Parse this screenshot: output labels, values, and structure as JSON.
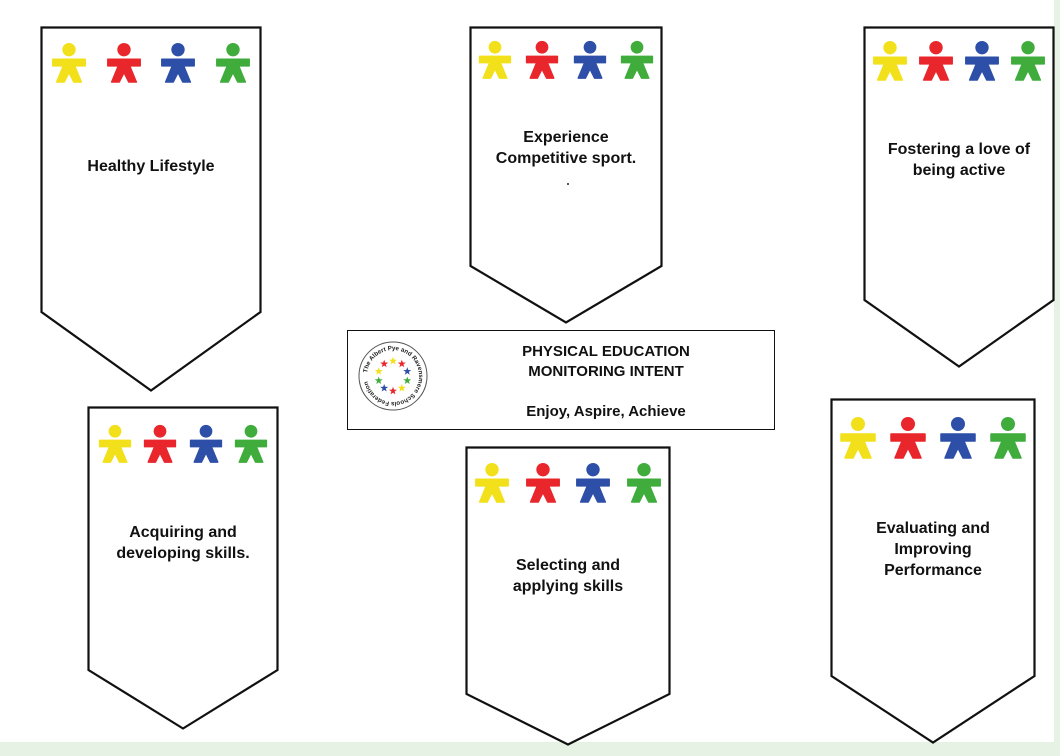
{
  "center": {
    "title_line1": "PHYSICAL EDUCATION",
    "title_line2": "MONITORING INTENT",
    "motto": "Enjoy, Aspire, Achieve",
    "logo_text": "The Albert Pye and Ravensmere Schools Federation"
  },
  "figure_colors": [
    "#f2e01a",
    "#e8262b",
    "#2d4fa8",
    "#3fac3c"
  ],
  "pennants": [
    {
      "id": "healthy",
      "label": "Healthy Lifestyle"
    },
    {
      "id": "competitive",
      "label": "Experience\nCompetitive sport."
    },
    {
      "id": "fostering",
      "label": "Fostering a love of\nbeing active"
    },
    {
      "id": "acquiring",
      "label": "Acquiring and\ndeveloping skills."
    },
    {
      "id": "selecting",
      "label": "Selecting and\napplying skills"
    },
    {
      "id": "evaluating",
      "label": "Evaluating and\nImproving\nPerformance"
    }
  ]
}
